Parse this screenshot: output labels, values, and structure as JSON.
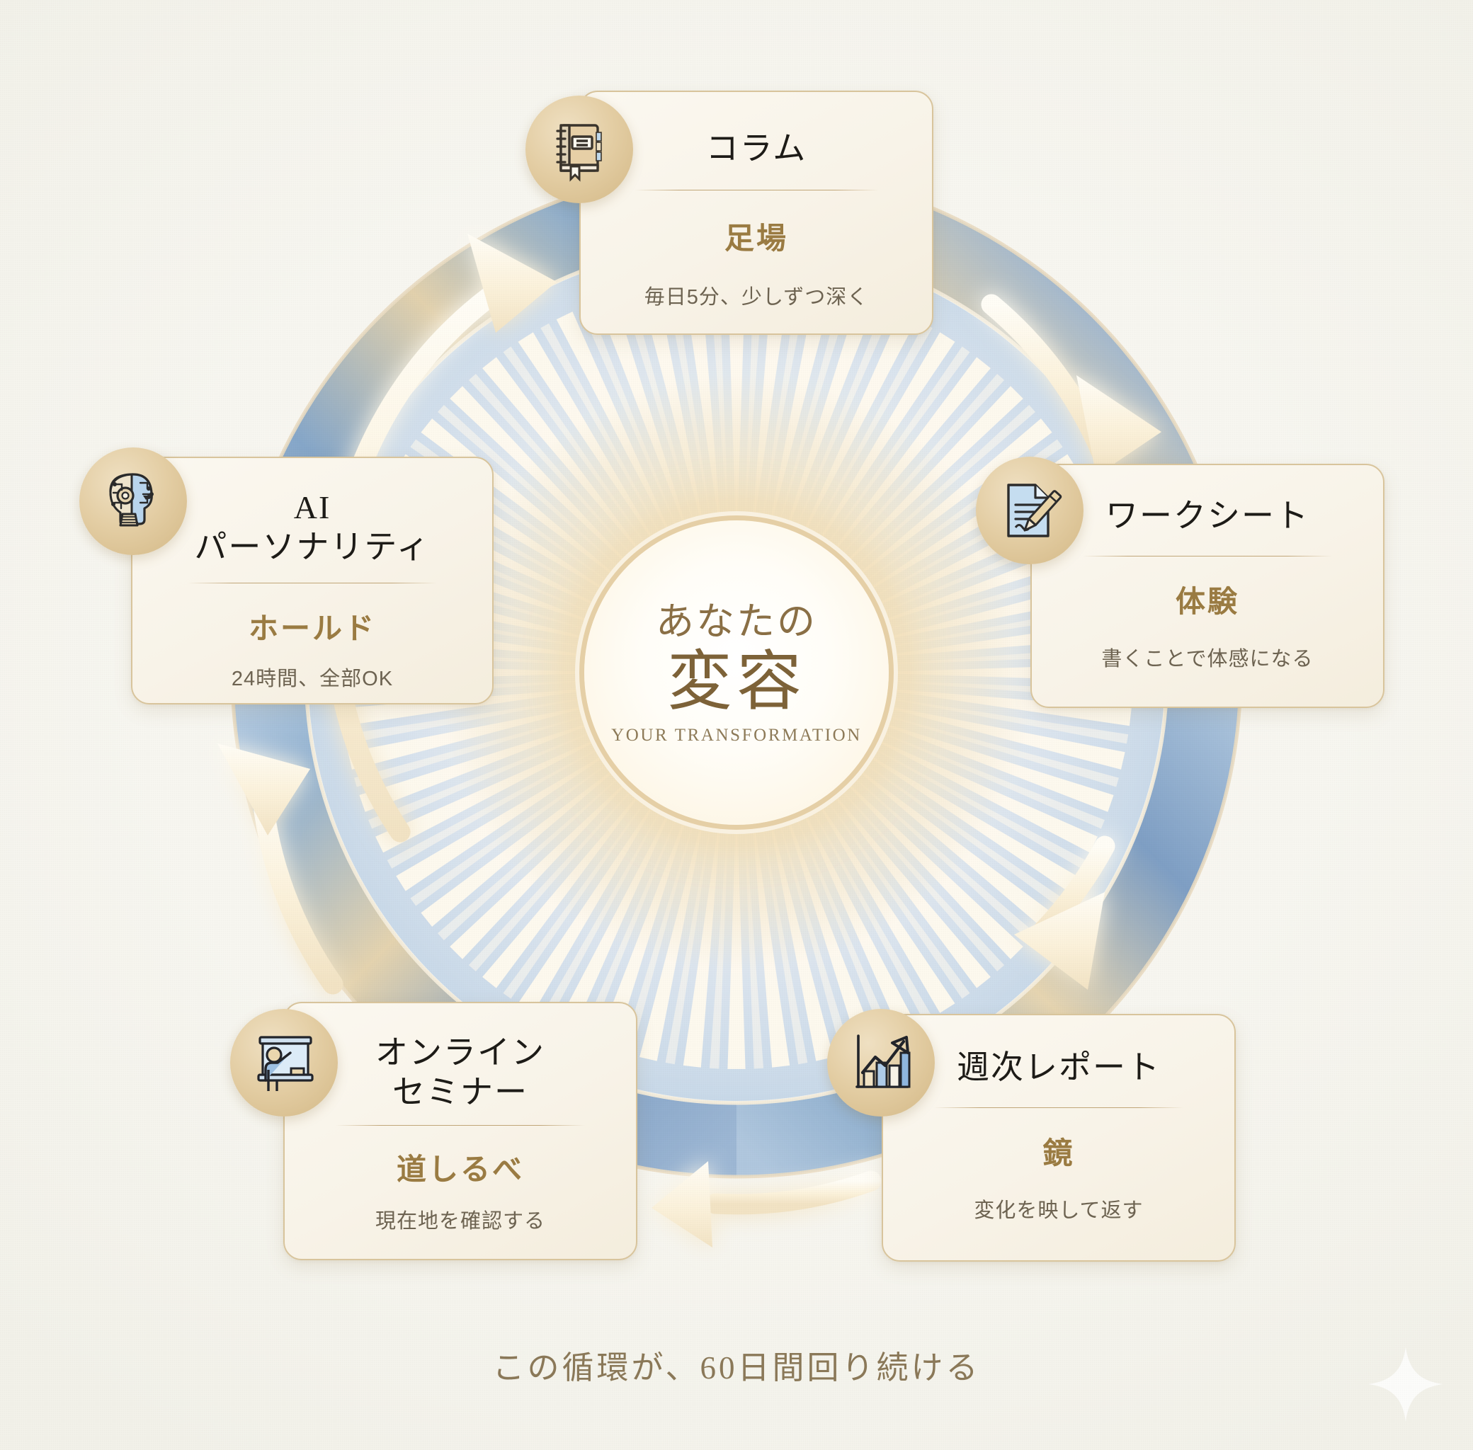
{
  "center": {
    "line1": "あなたの",
    "line2": "変容",
    "subtitle": "YOUR TRANSFORMATION"
  },
  "caption": "この循環が、60日間回り続ける",
  "cards": [
    {
      "id": "column",
      "icon": "notebook-icon",
      "title": "コラム",
      "keyword": "足場",
      "desc": "毎日5分、少しずつ深く"
    },
    {
      "id": "worksheet",
      "icon": "document-pencil-icon",
      "title": "ワークシート",
      "keyword": "体験",
      "desc": "書くことで体感になる"
    },
    {
      "id": "report",
      "icon": "bar-chart-arrow-icon",
      "title": "週次レポート",
      "keyword": "鏡",
      "desc": "変化を映して返す"
    },
    {
      "id": "seminar",
      "icon": "presenter-whiteboard-icon",
      "title": "オンライン\nセミナー",
      "title_line1": "オンライン",
      "title_line2": "セミナー",
      "keyword": "道しるべ",
      "desc": "現在地を確認する"
    },
    {
      "id": "ai",
      "icon": "ai-head-circuit-icon",
      "title_line1": "AI",
      "title_line2": "パーソナリティ",
      "keyword": "ホールド",
      "desc": "24時間、全部OK"
    }
  ],
  "colors": {
    "background": "#f7f6f0",
    "ring_blue": "#8cabcd",
    "ring_blue_light": "#c3d6e8",
    "gold": "#b7986 5",
    "gold_accent": "#9a7b42",
    "arrow_cream": "#fbf3e0",
    "card_bg": "#f8f3e8",
    "card_border": "#d8c49c",
    "title_text": "#1d1b17",
    "desc_text": "#6d6351",
    "center_text": "#7d6238"
  },
  "arrows": [
    {
      "name": "arrow-ai-to-column",
      "from": "ai",
      "to": "column"
    },
    {
      "name": "arrow-column-to-worksheet",
      "from": "column",
      "to": "worksheet"
    },
    {
      "name": "arrow-worksheet-to-report",
      "from": "worksheet",
      "to": "report"
    },
    {
      "name": "arrow-report-to-seminar",
      "from": "report",
      "to": "seminar"
    },
    {
      "name": "arrow-seminar-to-ai",
      "from": "seminar",
      "to": "ai"
    }
  ]
}
